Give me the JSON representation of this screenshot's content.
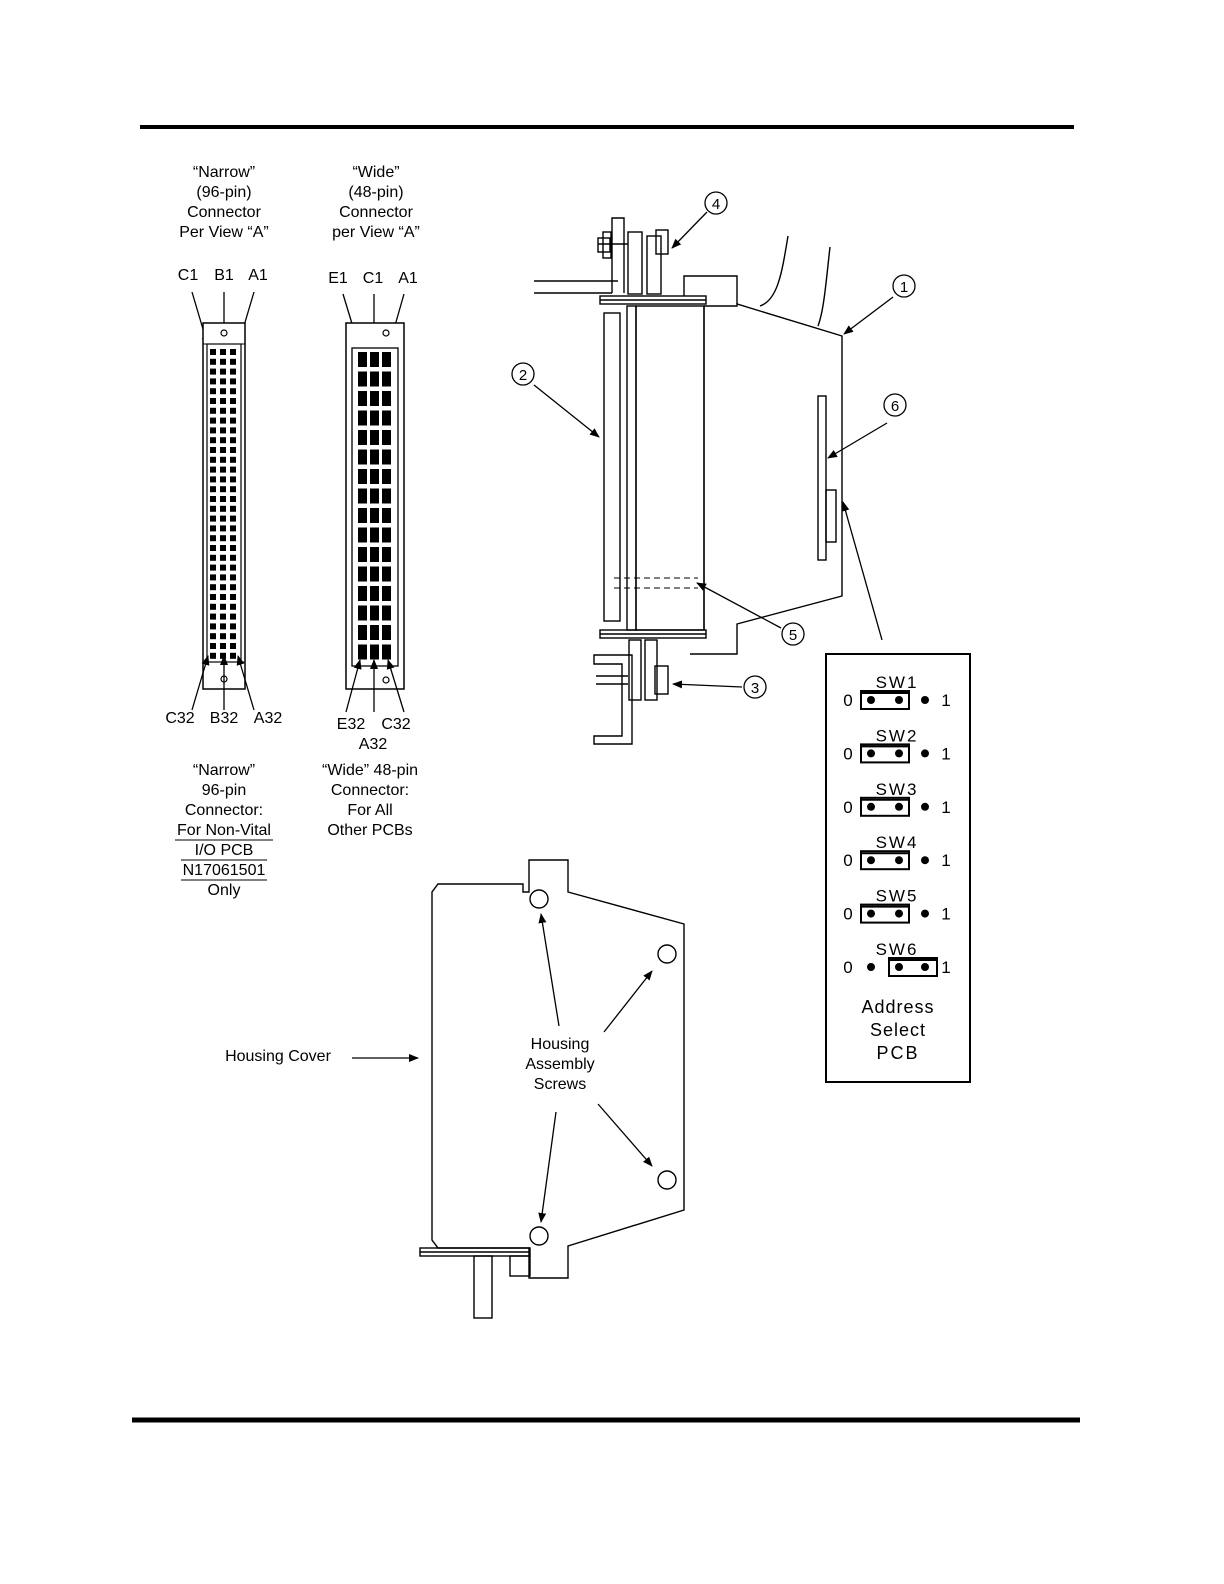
{
  "narrow_connector": {
    "title_lines": [
      "“Narrow”",
      "(96-pin)",
      "Connector",
      "Per View “A”"
    ],
    "top_pins": [
      "C1",
      "B1",
      "A1"
    ],
    "bottom_pins": [
      "C32",
      "B32",
      "A32"
    ],
    "caption_lines": [
      "“Narrow”",
      "96-pin",
      "Connector:",
      "For Non-Vital",
      "I/O PCB",
      "N17061501",
      "Only"
    ]
  },
  "wide_connector": {
    "title_lines": [
      "“Wide”",
      "(48-pin)",
      "Connector",
      "per View “A”"
    ],
    "top_pins": [
      "E1",
      "C1",
      "A1"
    ],
    "bottom_pins": [
      "E32",
      "C32",
      "A32"
    ],
    "caption_lines": [
      "“Wide” 48-pin",
      "Connector:",
      "For All",
      "Other PCBs"
    ]
  },
  "callouts": [
    "1",
    "2",
    "3",
    "4",
    "5",
    "6"
  ],
  "address_select": {
    "switches": [
      {
        "label": "SW1",
        "left": "0",
        "right": "1",
        "jumper": "0"
      },
      {
        "label": "SW2",
        "left": "0",
        "right": "1",
        "jumper": "0"
      },
      {
        "label": "SW3",
        "left": "0",
        "right": "1",
        "jumper": "0"
      },
      {
        "label": "SW4",
        "left": "0",
        "right": "1",
        "jumper": "0"
      },
      {
        "label": "SW5",
        "left": "0",
        "right": "1",
        "jumper": "0"
      },
      {
        "label": "SW6",
        "left": "0",
        "right": "1",
        "jumper": "1"
      }
    ],
    "title_lines": [
      "Address",
      "Select",
      "PCB"
    ]
  },
  "housing": {
    "cover_label": "Housing Cover",
    "screws_label_lines": [
      "Housing",
      "Assembly",
      "Screws"
    ]
  }
}
